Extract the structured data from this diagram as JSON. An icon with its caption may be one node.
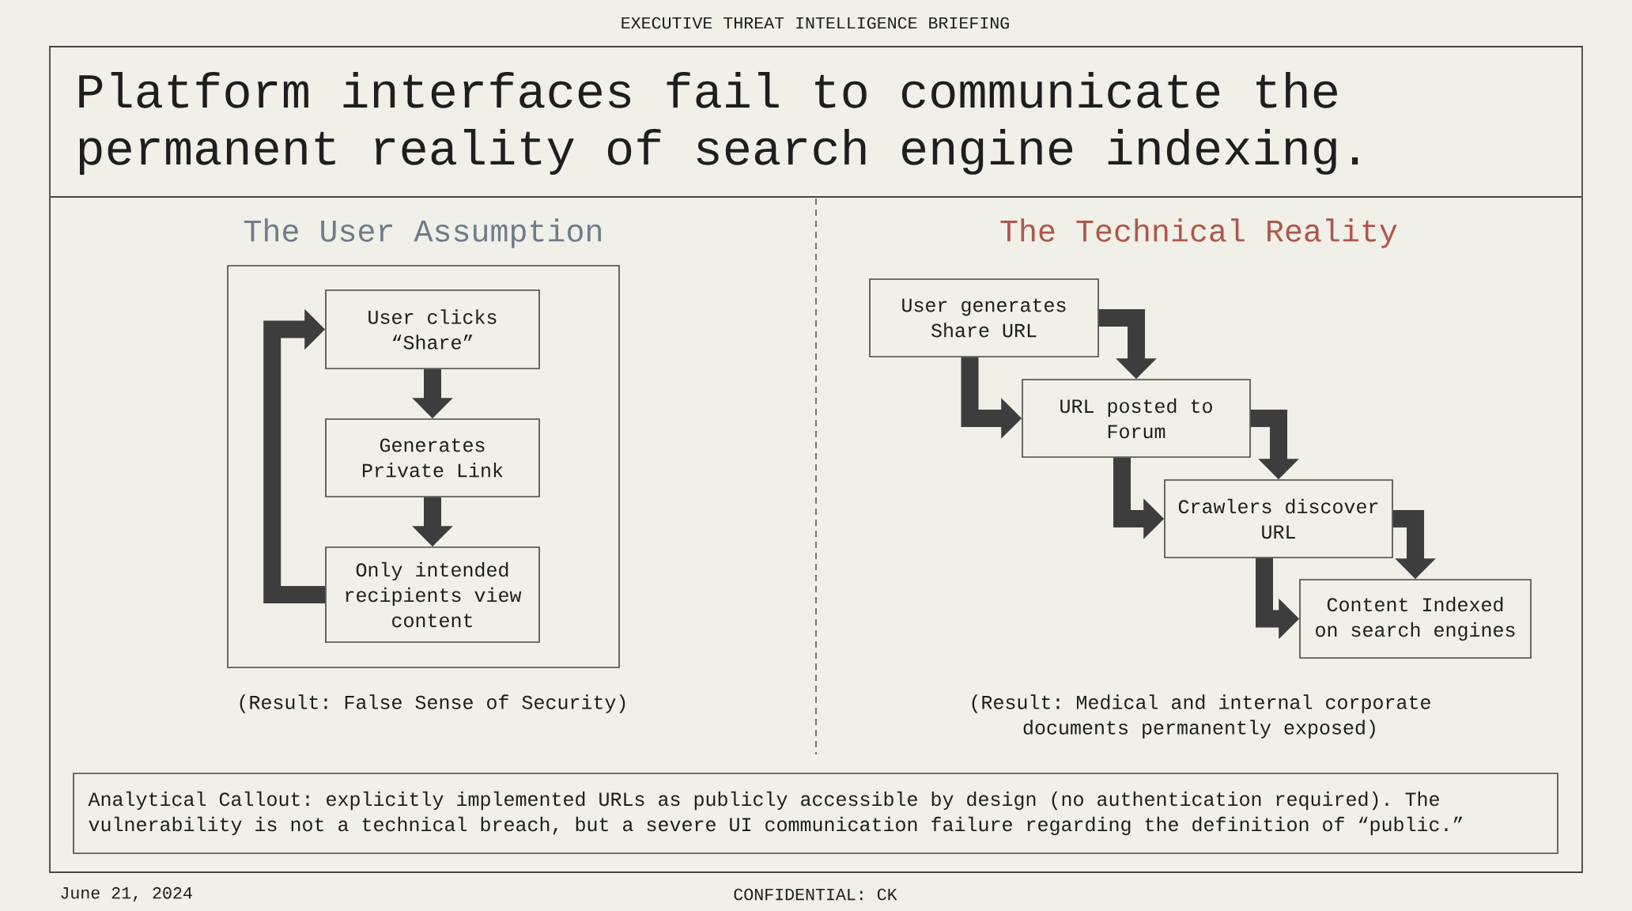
{
  "diagram": {
    "title": "Platform interfaces fail to communicate the permanent reality of search engine indexing.",
    "nodes": [
      {
        "text": [
          "The User Assumption"
        ],
        "beside": [
          "(Result: False Sense of Security)"
        ]
      },
      {
        "text": [
          "User clicks “Share”"
        ],
        "in": 0
      },
      {
        "text": [
          "Generates Private Link"
        ],
        "in": 0
      },
      {
        "text": [
          "Only intended recipients view content"
        ],
        "in": 0
      },
      {
        "text": [
          "User generates Share URL"
        ]
      },
      {
        "text": [
          "URL posted to Forum"
        ]
      },
      {
        "text": [
          "Crawlers discover URL"
        ]
      },
      {
        "text": [
          "Content Indexed on search engines"
        ]
      },
      {
        "text": [
          "Analytical Callout: explicitly implemented URLs as publicly accessible by design (no authentication required). The vulnerability is not a technical breach, but a severe UI communication failure regarding the definition of “public.”"
        ]
      }
    ],
    "edges": [
      {
        "from": 1,
        "to": 2,
        "arrow": "to"
      },
      {
        "from": 2,
        "to": 3,
        "arrow": "to"
      },
      {
        "from": 3,
        "to": 1,
        "arrow": "to"
      },
      {
        "from": 4,
        "to": 5,
        "arrow": "to"
      },
      {
        "from": 4,
        "to": 5,
        "arrow": "to"
      },
      {
        "from": 5,
        "to": 6,
        "arrow": "to"
      },
      {
        "from": 5,
        "to": 6,
        "arrow": "to"
      },
      {
        "from": 6,
        "to": 7,
        "arrow": "to"
      },
      {
        "from": 6,
        "to": 7,
        "arrow": "to"
      }
    ],
    "labels": [
      "EXECUTIVE THREAT INTELLIGENCE BRIEFING",
      "The Technical Reality",
      "(Result: Medical and internal corporate documents permanently exposed)",
      "June 21, 2024",
      "CONFIDENTIAL: CK"
    ]
  }
}
